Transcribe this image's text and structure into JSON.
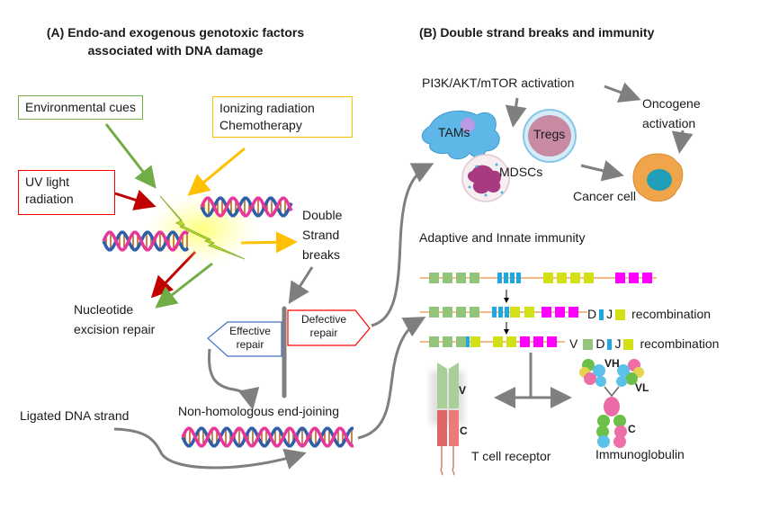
{
  "panel_a": {
    "title_line1": "(A) Endo-and exogenous genotoxic factors",
    "title_line2": "associated with DNA damage",
    "factors": {
      "environmental": "Environmental cues",
      "ionizing_line1": "Ionizing radiation",
      "ionizing_line2": "Chemotherapy",
      "uv_line1": "UV light",
      "uv_line2": "radiation"
    },
    "double_strand_line1": "Double",
    "double_strand_line2": "Strand",
    "double_strand_line3": "breaks",
    "ner_line1": "Nucleotide",
    "ner_line2": "excision repair",
    "signpost": {
      "effective_line1": "Effective",
      "effective_line2": "repair",
      "defective_line1": "Defective",
      "defective_line2": "repair"
    },
    "nhej": "Non-homologous end-joining",
    "ligated": "Ligated DNA strand"
  },
  "panel_b": {
    "title": "(B) Double strand breaks and immunity",
    "pi3k": "PI3K/AKT/mTOR activation",
    "oncogene_line1": "Oncogene",
    "oncogene_line2": "activation",
    "cells": {
      "tams": "TAMs",
      "tregs": "Tregs",
      "mdscs": "MDSCs",
      "cancer": "Cancer cell"
    },
    "immunity_heading": "Adaptive and Innate immunity",
    "dj_label": {
      "d": "D",
      "j": "J",
      "text": "recombination"
    },
    "vdj_label": {
      "v": "V",
      "d": "D",
      "j": "J",
      "text": "recombination"
    },
    "tcr": {
      "v": "V",
      "c": "C",
      "label": "T cell receptor"
    },
    "ig": {
      "vh": "VH",
      "vl": "VL",
      "c": "C",
      "label": "Immunoglobulin"
    }
  },
  "colors": {
    "green": "#70ad47",
    "yellow": "#ffc000",
    "red": "#c00000",
    "box_red": "#ff0000",
    "blue_sign": "#4472c4",
    "arrow_gray": "#7f7f7f",
    "seg_green": "#92c47d",
    "seg_blue": "#1fa8e0",
    "seg_yellow": "#d4e017",
    "seg_magenta": "#ff00ff",
    "line_orange": "#f4a460"
  }
}
